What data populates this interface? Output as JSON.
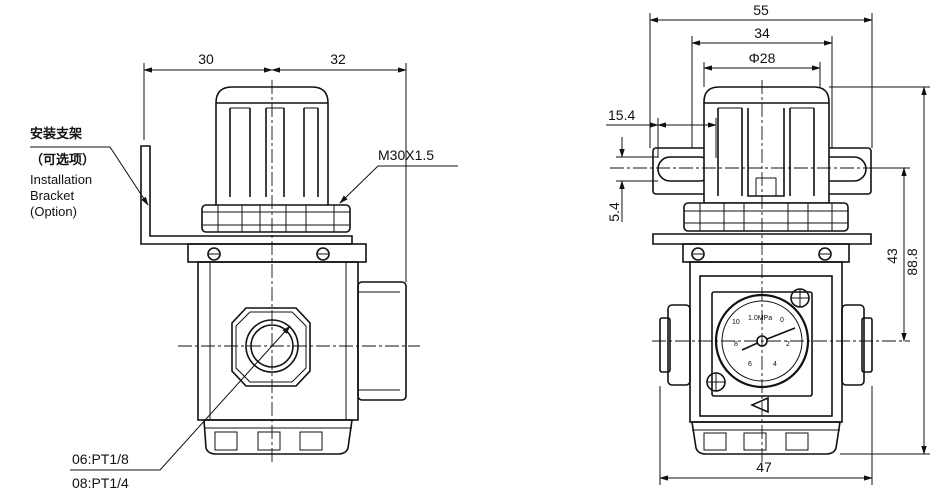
{
  "side_view": {
    "dim_left": "30",
    "dim_right": "32",
    "thread_label": "M30X1.5",
    "bracket_label_cn_1": "安装支架",
    "bracket_label_cn_2": "（可选项）",
    "bracket_label_en_1": "Installation",
    "bracket_label_en_2": "Bracket",
    "bracket_label_en_3": "(Option)",
    "port_label_1": "06:PT1/8",
    "port_label_2": "08:PT1/4"
  },
  "front_view": {
    "dim_overall_width": "55",
    "dim_bracket_width": "34",
    "dim_knob_dia": "Φ28",
    "dim_slot_offset": "15.4",
    "dim_slot_width": "5.4",
    "dim_center_height": "43",
    "dim_total_height": "88.8",
    "dim_body_width": "47",
    "gauge_unit": "1.0MPa",
    "gauge_ticks": [
      "0",
      "2",
      "4",
      "6",
      "8",
      "10"
    ]
  }
}
